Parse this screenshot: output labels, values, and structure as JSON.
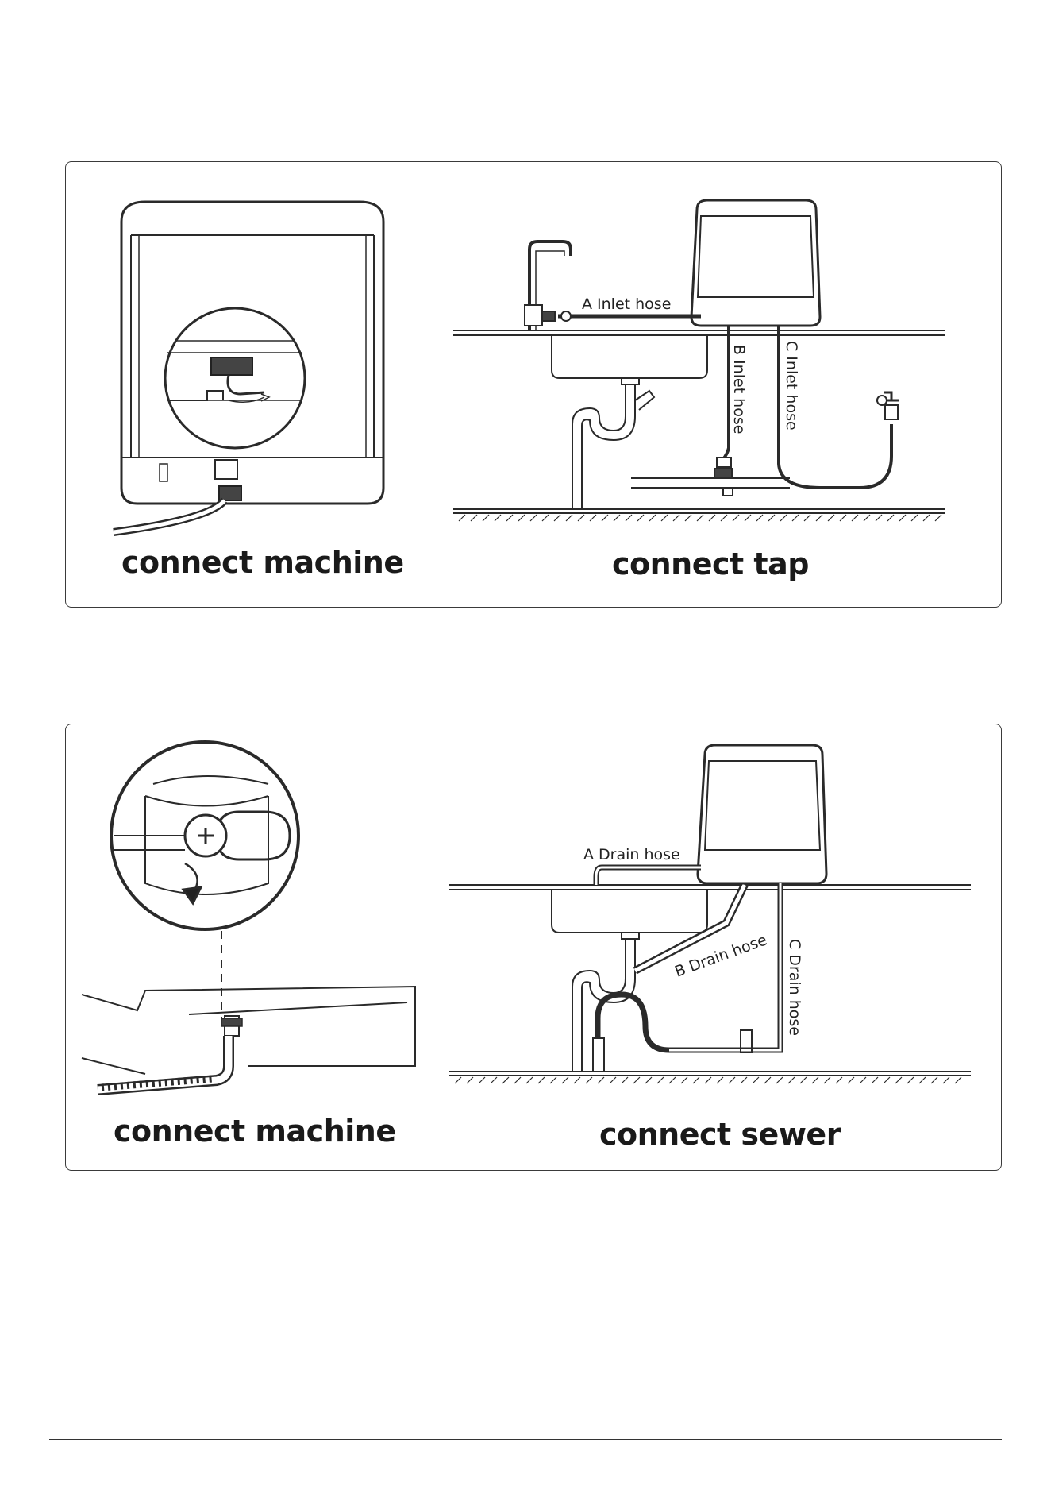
{
  "panel_top": {
    "left_caption": "connect machine",
    "right_caption": "connect tap",
    "hoses": {
      "a": "A Inlet hose",
      "b": "B Inlet hose",
      "c": "C Inlet hose"
    }
  },
  "panel_bottom": {
    "left_caption": "connect machine",
    "right_caption": "connect sewer",
    "hoses": {
      "a": "A Drain hose",
      "b": "B Drain hose",
      "c": "C Drain hose"
    }
  }
}
